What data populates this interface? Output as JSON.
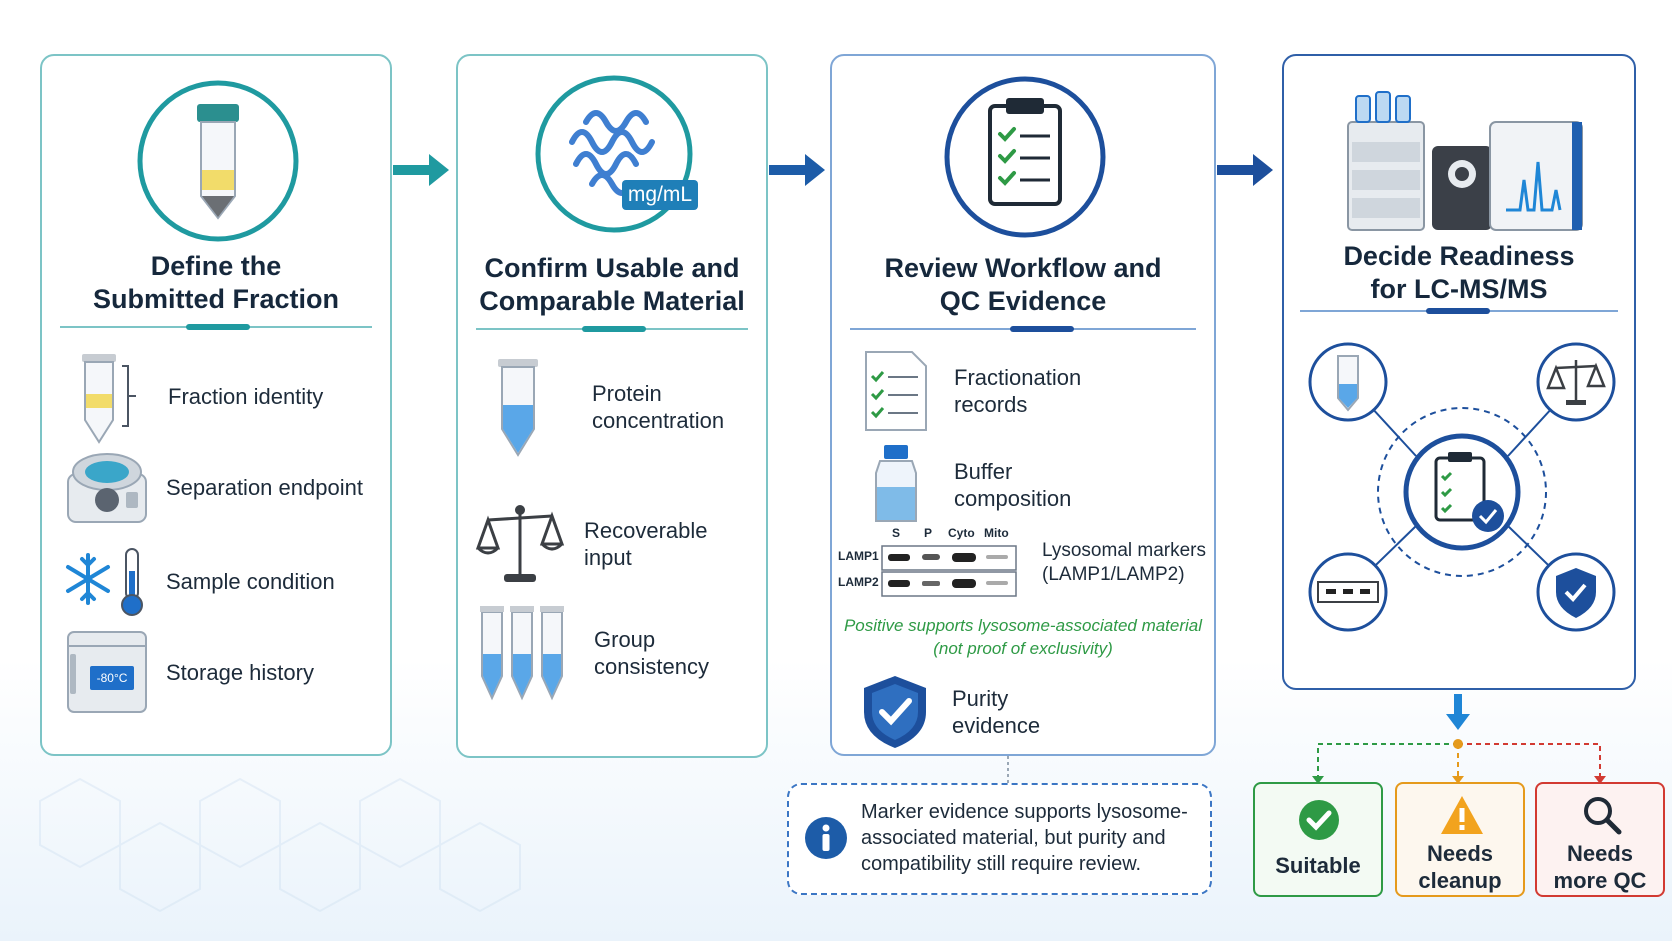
{
  "panels": [
    {
      "title": "Define the\nSubmitted Fraction",
      "items": [
        "Fraction identity",
        "Separation endpoint",
        "Sample condition",
        "Storage history"
      ],
      "freezer_display": "-80°C"
    },
    {
      "title": "Confirm Usable and\nComparable Material",
      "badge": "mg/mL",
      "items": [
        "Protein\nconcentration",
        "Recoverable\ninput",
        "Group\nconsistency"
      ]
    },
    {
      "title": "Review Workflow and\nQC Evidence",
      "items": [
        "Fractionation\nrecords",
        "Buffer\ncomposition",
        "Purity\nevidence"
      ],
      "blot": {
        "lanes": [
          "S",
          "P",
          "Cyto",
          "Mito"
        ],
        "rows": [
          "LAMP1",
          "LAMP2"
        ],
        "label": "Lysosomal markers\n(LAMP1/LAMP2)"
      },
      "caption": "Positive supports lysosome-associated material\n(not proof of exclusivity)"
    },
    {
      "title": "Decide Readiness\nfor LC-MS/MS"
    }
  ],
  "note": "Marker evidence supports lysosome-associated material, but purity and compatibility still require review.",
  "outcomes": [
    {
      "label": "Suitable",
      "color": "#2e9a45"
    },
    {
      "label": "Needs\ncleanup",
      "color": "#e59a1c"
    },
    {
      "label": "Needs\nmore QC",
      "color": "#d23a32"
    }
  ],
  "colors": {
    "teal": "#1f9aa0",
    "navy": "#1d4f9c",
    "green_caption": "#2e9a45"
  }
}
